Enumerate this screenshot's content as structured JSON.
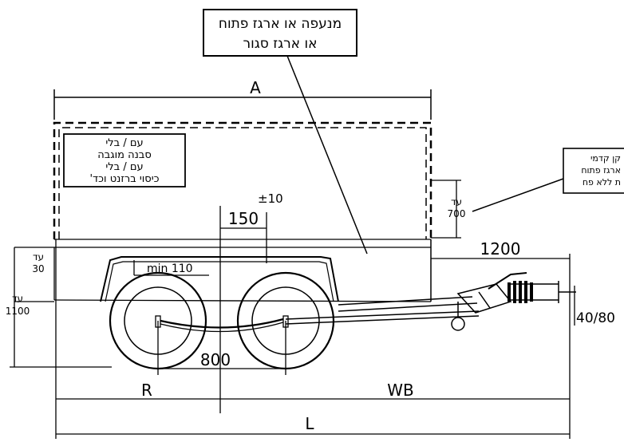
{
  "callouts": {
    "top_line1": "מנעפה או ארגז פתוח",
    "top_line2": "או ארגז סגור",
    "left_box": [
      "עם / בלי",
      "סבנה מוגבה",
      "עם / בלי",
      "כיסוי ברזנט וכד'"
    ],
    "right_box": [
      "קן קדמי",
      "ארגז פתוח",
      "ת ללא פח"
    ]
  },
  "dimensions": {
    "A": "A",
    "L": "L",
    "WB": "WB",
    "R": "R",
    "d150": "150",
    "tol10": "±10",
    "min110": "min  110",
    "d1200": "1200",
    "d800": "800",
    "d40_80": "40/80",
    "upto_label": "עד",
    "h30": "30",
    "h1100": "1100",
    "h700": "700"
  }
}
